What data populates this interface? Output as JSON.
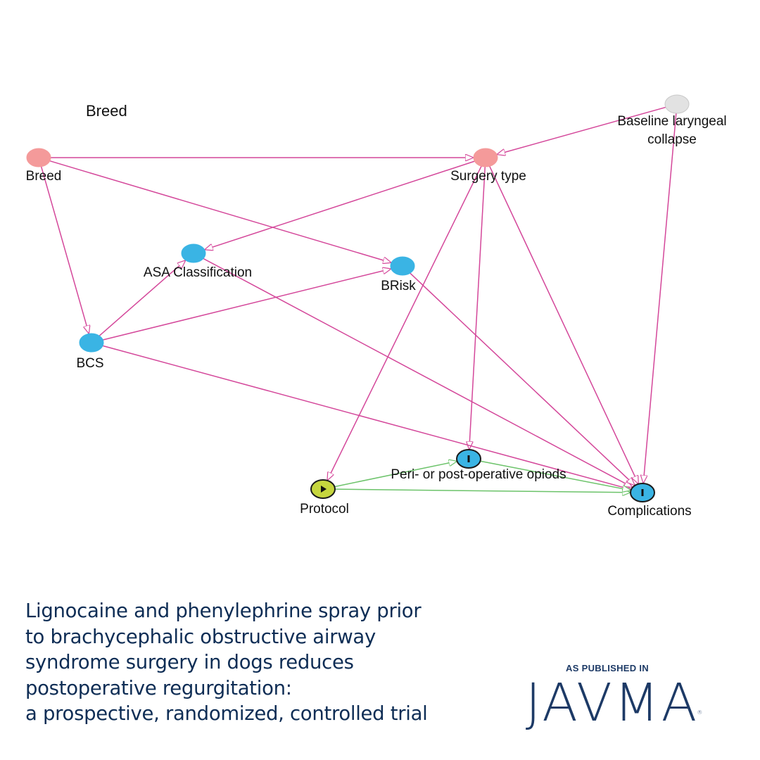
{
  "diagram": {
    "stray_label": "Breed",
    "colors": {
      "edge_causal": "#d4479a",
      "edge_path": "#6cc36a",
      "node_ancestor_outcome": "#f49a9a",
      "node_ancestor": "#3ab4e4",
      "node_exposure": "#c6d63e",
      "node_outcome": "#3ab4e4",
      "node_unobserved": "#e2e2e2"
    },
    "nodes": [
      {
        "id": "breed",
        "label": "Breed",
        "type": "ancestor_outcome"
      },
      {
        "id": "surgery",
        "label": "Surgery type",
        "type": "ancestor_outcome"
      },
      {
        "id": "baseline",
        "label_lines": [
          "Baseline laryngeal",
          "collapse"
        ],
        "type": "unobserved"
      },
      {
        "id": "asa",
        "label": "ASA Classification",
        "type": "ancestor"
      },
      {
        "id": "brisk",
        "label": "BRisk",
        "type": "ancestor"
      },
      {
        "id": "bcs",
        "label": "BCS",
        "type": "ancestor"
      },
      {
        "id": "opiods",
        "label": "Peri- or post-operative opiods",
        "type": "outcome_marked"
      },
      {
        "id": "protocol",
        "label": "Protocol",
        "type": "exposure"
      },
      {
        "id": "complications",
        "label": "Complications",
        "type": "outcome"
      }
    ],
    "edges": [
      {
        "from": "breed",
        "to": "surgery",
        "kind": "causal"
      },
      {
        "from": "breed",
        "to": "brisk",
        "kind": "causal"
      },
      {
        "from": "breed",
        "to": "bcs",
        "kind": "causal"
      },
      {
        "from": "baseline",
        "to": "surgery",
        "kind": "causal"
      },
      {
        "from": "baseline",
        "to": "complications",
        "kind": "causal"
      },
      {
        "from": "surgery",
        "to": "asa",
        "kind": "causal"
      },
      {
        "from": "surgery",
        "to": "protocol",
        "kind": "causal"
      },
      {
        "from": "surgery",
        "to": "opiods",
        "kind": "causal"
      },
      {
        "from": "surgery",
        "to": "complications",
        "kind": "causal"
      },
      {
        "from": "bcs",
        "to": "asa",
        "kind": "causal"
      },
      {
        "from": "bcs",
        "to": "brisk",
        "kind": "causal"
      },
      {
        "from": "bcs",
        "to": "complications",
        "kind": "causal"
      },
      {
        "from": "asa",
        "to": "complications",
        "kind": "causal"
      },
      {
        "from": "brisk",
        "to": "complications",
        "kind": "causal"
      },
      {
        "from": "protocol",
        "to": "opiods",
        "kind": "path"
      },
      {
        "from": "protocol",
        "to": "complications",
        "kind": "path"
      },
      {
        "from": "opiods",
        "to": "complications",
        "kind": "path"
      }
    ]
  },
  "caption": {
    "lines": [
      "Lignocaine and phenylephrine spray prior",
      "to brachycephalic obstructive airway",
      "syndrome surgery in dogs reduces",
      "postoperative regurgitation:",
      "a prospective, randomized, controlled trial"
    ]
  },
  "publisher": {
    "label": "AS PUBLISHED IN",
    "logo": "JAVMA",
    "mark": "®"
  }
}
